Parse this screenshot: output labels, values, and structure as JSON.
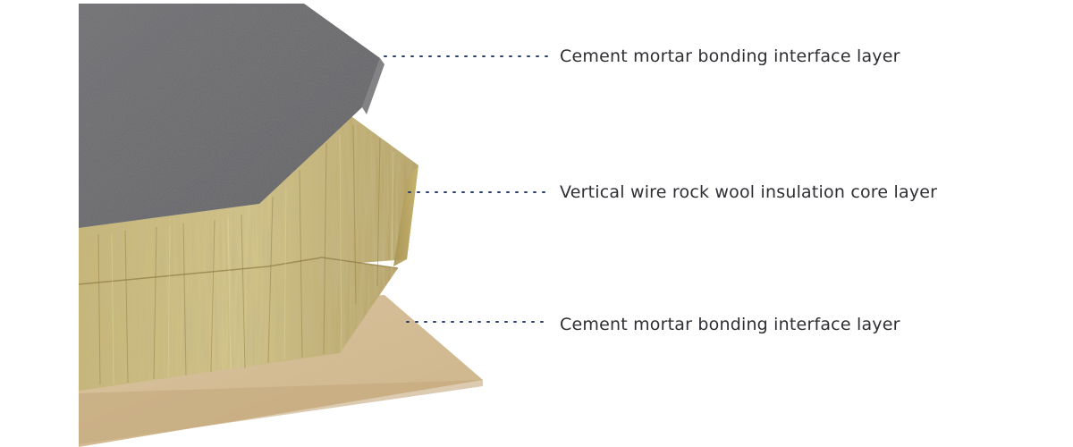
{
  "layers": [
    {
      "id": "top",
      "label": "Cement mortar bonding interface layer",
      "color": "#6b6b6d"
    },
    {
      "id": "core",
      "label": "Vertical wire rock wool insulation core layer",
      "color": "#b7a561"
    },
    {
      "id": "bottom",
      "label": "Cement mortar bonding interface layer",
      "color": "#d6bf97"
    }
  ],
  "leader_color": "#2a3f6e"
}
